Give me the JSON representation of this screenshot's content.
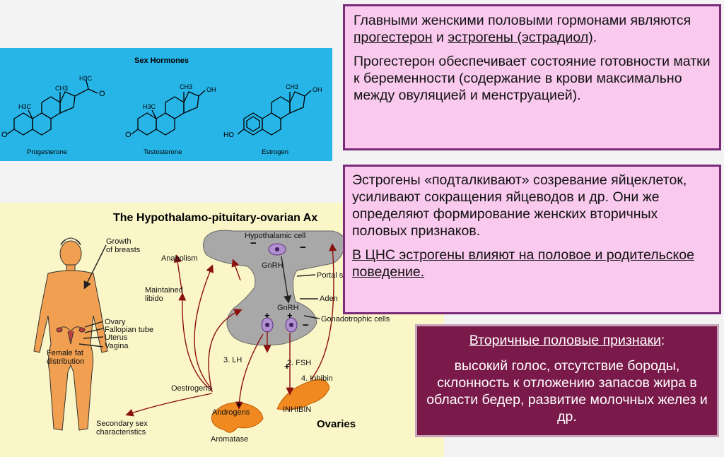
{
  "chem": {
    "title": "Sex Hormones",
    "molecules": [
      {
        "name": "Progesterone",
        "labels": [
          "H3C",
          "H3C",
          "CH3",
          "O",
          "O"
        ]
      },
      {
        "name": "Testosterone",
        "labels": [
          "H3C",
          "CH3",
          "OH",
          "O"
        ]
      },
      {
        "name": "Estrogen",
        "labels": [
          "CH3",
          "OH",
          "HO"
        ]
      }
    ]
  },
  "axis": {
    "title": "The Hypothalamo-pituitary-ovarian Ax",
    "labels": {
      "growth": "Growth",
      "of_breasts": "of breasts",
      "anabolism": "Anabolism",
      "maintained": "Maintained",
      "libido": "libido",
      "ovary": "Ovary",
      "fallopian": "Fallopian tube",
      "uterus": "Uterus",
      "vagina": "Vagina",
      "female_fat": "Female fat",
      "distribution": "distribution",
      "hypothalamic_cell": "Hypothalamic cell",
      "gnrh1": "GnRH",
      "portal": "Portal s",
      "aden": "Aden",
      "gnrh2": "GnRH",
      "gonadotrophic": "Gonadotrophic cells",
      "lh": "3. LH",
      "fsh": "2. FSH",
      "inhibin4": "4. Inhibin",
      "oestrogens": "Oestrogens",
      "androgens": "Androgens",
      "inhibin": "INHIBIN",
      "ovaries": "Ovaries",
      "aromatase": "Aromatase",
      "secondary": "Secondary sex",
      "characteristics": "characteristics",
      "plus": "+",
      "minus": "−"
    }
  },
  "box1": {
    "p1_a": "Главными женскими половыми гормонами являются ",
    "p1_progesterone": "прогестерон",
    "p1_and": " и ",
    "p1_estrogens": "эстрогены (эстрадиол)",
    "p1_end": ".",
    "p2": "Прогестерон обеспечивает состояние готовности матки к беременности (содержание в крови максимально между овуляцией и менструацией)."
  },
  "box2": {
    "p1": "Эстрогены «подталкивают» созревание яйцеклеток, усиливают сокращения яйцеводов и др. Они же определяют формирование женских вторичных половых признаков.",
    "p2": "В ЦНС эстрогены влияют на половое и родительское поведение."
  },
  "box3": {
    "heading": "Вторичные половые признаки",
    "colon": ":",
    "body": "высокий голос, отсутствие бороды, склонность к отложению запасов жира в области бедер, развитие молочных желез и др."
  },
  "colors": {
    "chem_bg": "#27b5e8",
    "axis_bg": "#fbf6c8",
    "pink_box": "#f9c9ee",
    "box_border": "#7b2a7a",
    "maroon_box": "#7a1a4a",
    "body_skin": "#f0a050",
    "arrow": "#8b1010"
  }
}
